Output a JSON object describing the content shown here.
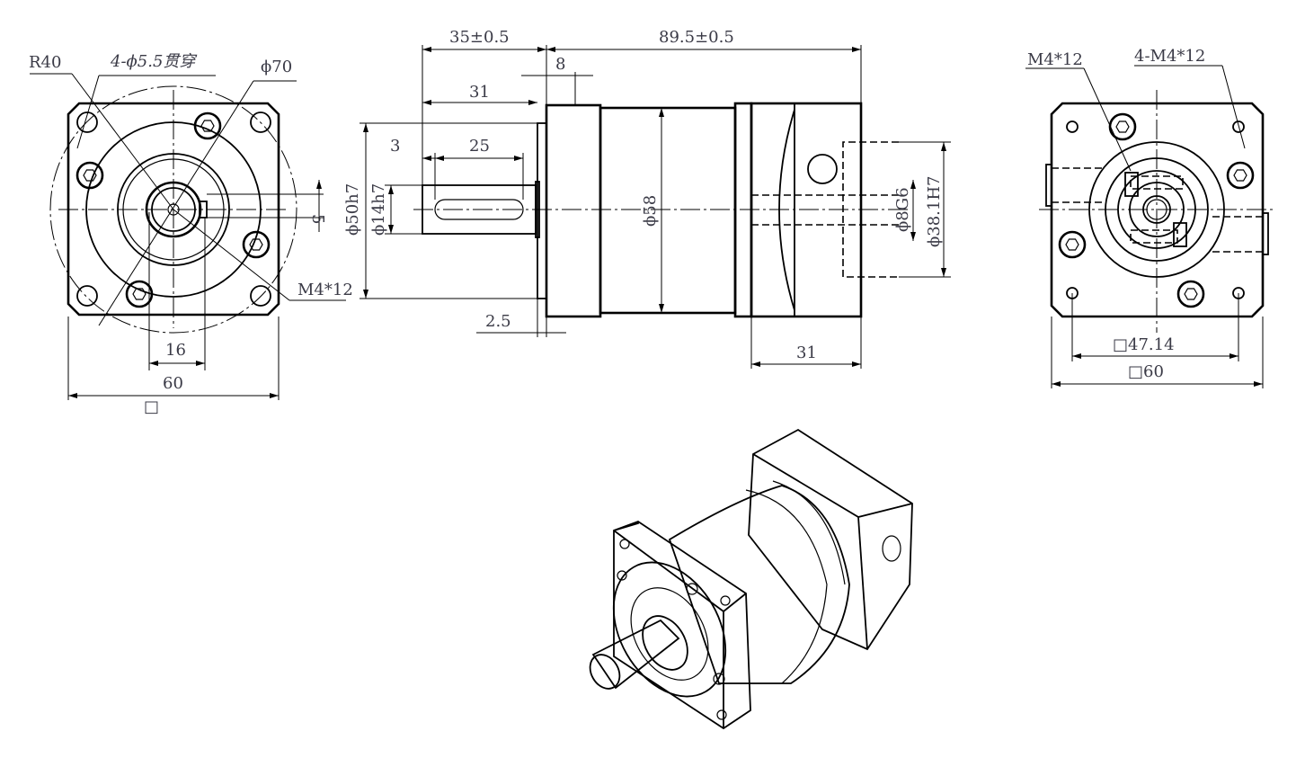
{
  "front_view": {
    "r40": "R40",
    "holes": "4-ϕ5.5贯穿",
    "pcd": "ϕ70",
    "tap": "M4*12",
    "key_width": "5",
    "key_spacing": "16",
    "square": "60",
    "square_symbol": "□"
  },
  "side_view": {
    "shaft_length": "35±0.5",
    "body_length": "89.5±0.5",
    "flange_thickness": "8",
    "shaft_31": "31",
    "key_offset": "3",
    "key_length": "25",
    "pilot_dia": "ϕ50h7",
    "shaft_dia": "ϕ14h7",
    "body_dia": "ϕ58",
    "input_bore": "ϕ8G6",
    "input_pilot": "ϕ38.1H7",
    "pilot_height": "2.5",
    "input_length": "31"
  },
  "rear_view": {
    "clamp_tap": "M4*12",
    "mount_tap": "4-M4*12",
    "bolt_square": "□47.14",
    "square": "□60"
  }
}
